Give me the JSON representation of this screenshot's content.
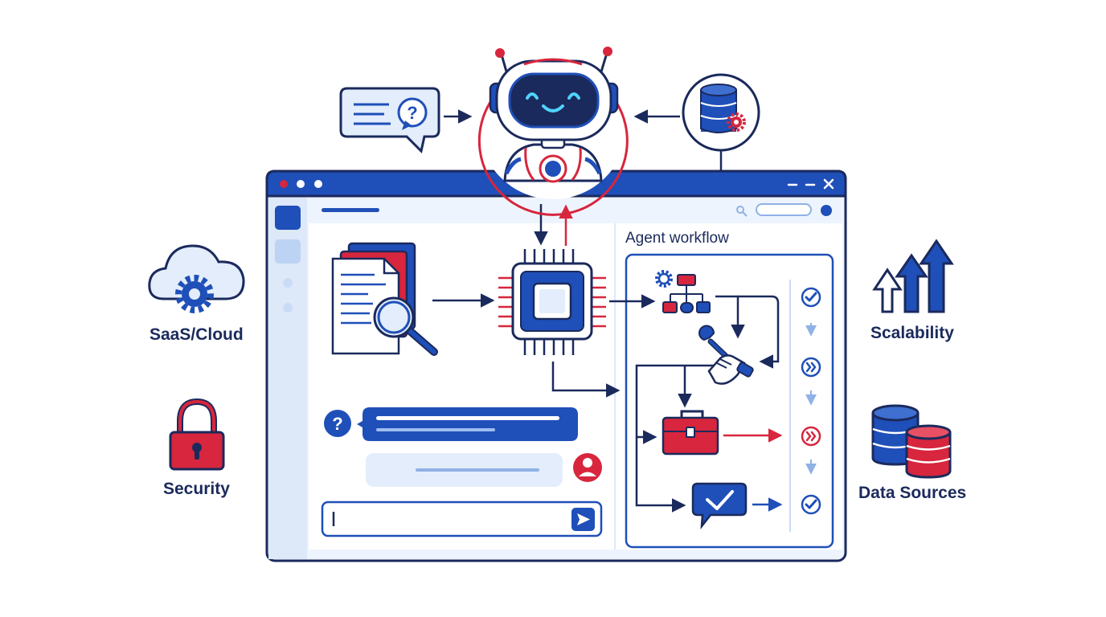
{
  "labels": {
    "saas_cloud": "SaaS/Cloud",
    "security": "Security",
    "scalability": "Scalability",
    "data_sources": "Data Sources",
    "agent_workflow": "Agent workflow"
  },
  "colors": {
    "navy": "#1b2a5c",
    "blue": "#1f4fb8",
    "red": "#d7263d",
    "light_blue": "#e3edfb",
    "pale_blue": "#c9dcf6"
  },
  "icons": {
    "input": "chat-question-icon",
    "source": "database-gear-icon",
    "agent": "robot-icon",
    "processor": "cpu-chip-icon",
    "documents": "document-search-icon",
    "cloud": "cloud-gear-icon",
    "security": "padlock-icon",
    "scalability": "growth-arrows-icon",
    "data": "database-stack-icon"
  }
}
